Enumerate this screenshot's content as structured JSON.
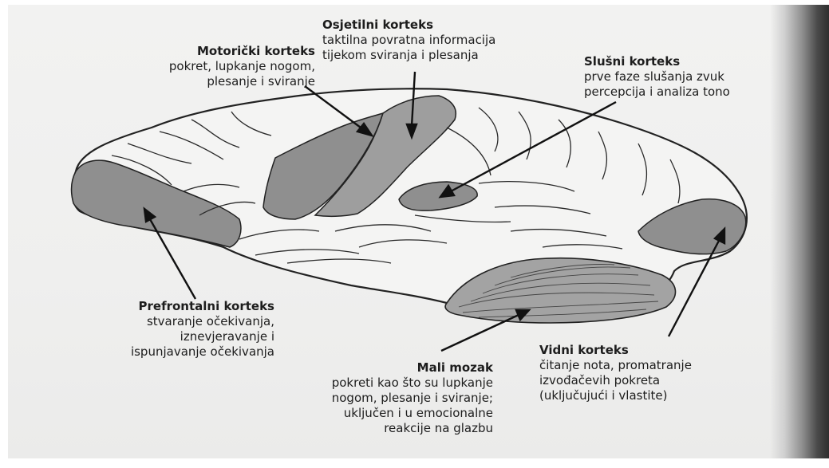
{
  "regions": [
    {
      "id": "motor",
      "title": "Motorički korteks",
      "lines": [
        "pokret, lupkanje nogom,",
        "plesanje i sviranje"
      ]
    },
    {
      "id": "sensory",
      "title": "Osjetilni korteks",
      "lines": [
        "taktilna povratna informacija",
        "tijekom sviranja i plesanja"
      ]
    },
    {
      "id": "auditory",
      "title": "Slušni korteks",
      "lines": [
        "prve faze slušanja zvuk",
        "percepcija i analiza tono"
      ]
    },
    {
      "id": "prefrontal",
      "title": "Prefrontalni korteks",
      "lines": [
        "stvaranje očekivanja,",
        "iznevjeravanje i",
        "ispunjavanje očekivanja"
      ]
    },
    {
      "id": "cerebellum",
      "title": "Mali mozak",
      "lines": [
        "pokreti kao što su lupkanje",
        "nogom, plesanje i sviranje;",
        "uključen i u emocionalne",
        "reakcije na glazbu"
      ]
    },
    {
      "id": "visual",
      "title": "Vidni korteks",
      "lines": [
        "čitanje nota, promatranje",
        "izvođačevih pokreta",
        "(uključujući i vlastite)"
      ]
    }
  ],
  "colors": {
    "paper": "#f0f0ef",
    "ink": "#1d1d1d",
    "region_fill": "#8f8f8f",
    "region_fill_light": "#a6a6a6",
    "brain_fill": "#f4f4f3"
  }
}
